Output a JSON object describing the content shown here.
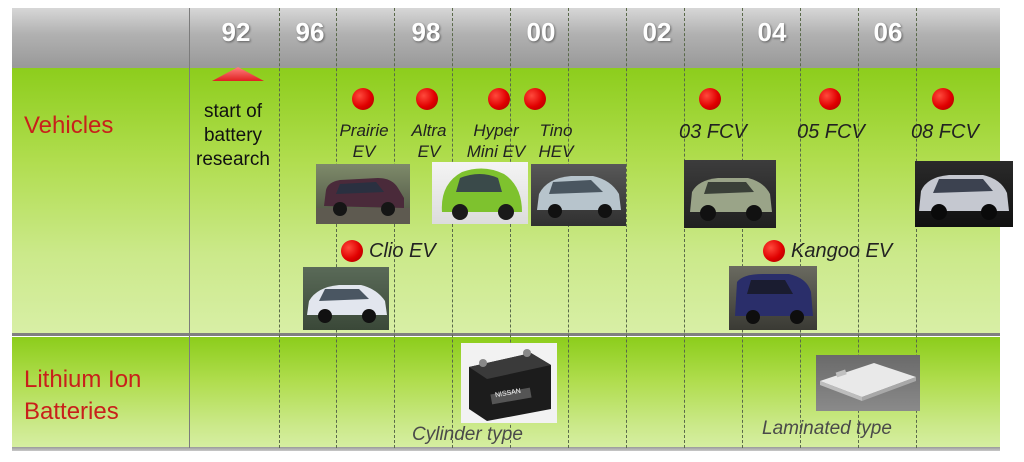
{
  "timeline": {
    "years": [
      "92",
      "96",
      "98",
      "00",
      "02",
      "04",
      "06"
    ]
  },
  "rows": {
    "vehicles": "Vehicles",
    "batteries_line1": "Lithium Ion",
    "batteries_line2": "Batteries"
  },
  "milestone": {
    "line1": "start of",
    "line2": "battery",
    "line3": "research"
  },
  "vehicles": {
    "prairie": {
      "line1": "Prairie",
      "line2": "EV"
    },
    "altra": {
      "line1": "Altra",
      "line2": "EV"
    },
    "hyper": {
      "line1": "Hyper",
      "line2": "Mini EV"
    },
    "tino": {
      "line1": "Tino",
      "line2": "HEV"
    },
    "fcv03": "03 FCV",
    "fcv05": "05 FCV",
    "fcv08": "08 FCV",
    "clio": "Clio EV",
    "kangoo": "Kangoo EV"
  },
  "batteries": {
    "cylinder": "Cylinder type",
    "laminated": "Laminated type",
    "battery_brand": "NISSAN"
  },
  "colors": {
    "label_red": "#c8201b",
    "dot_red": "#e00000",
    "band_green": "#9dd42a",
    "header_gray": "#a8a8a8",
    "marker_triangle": "#f04040"
  }
}
